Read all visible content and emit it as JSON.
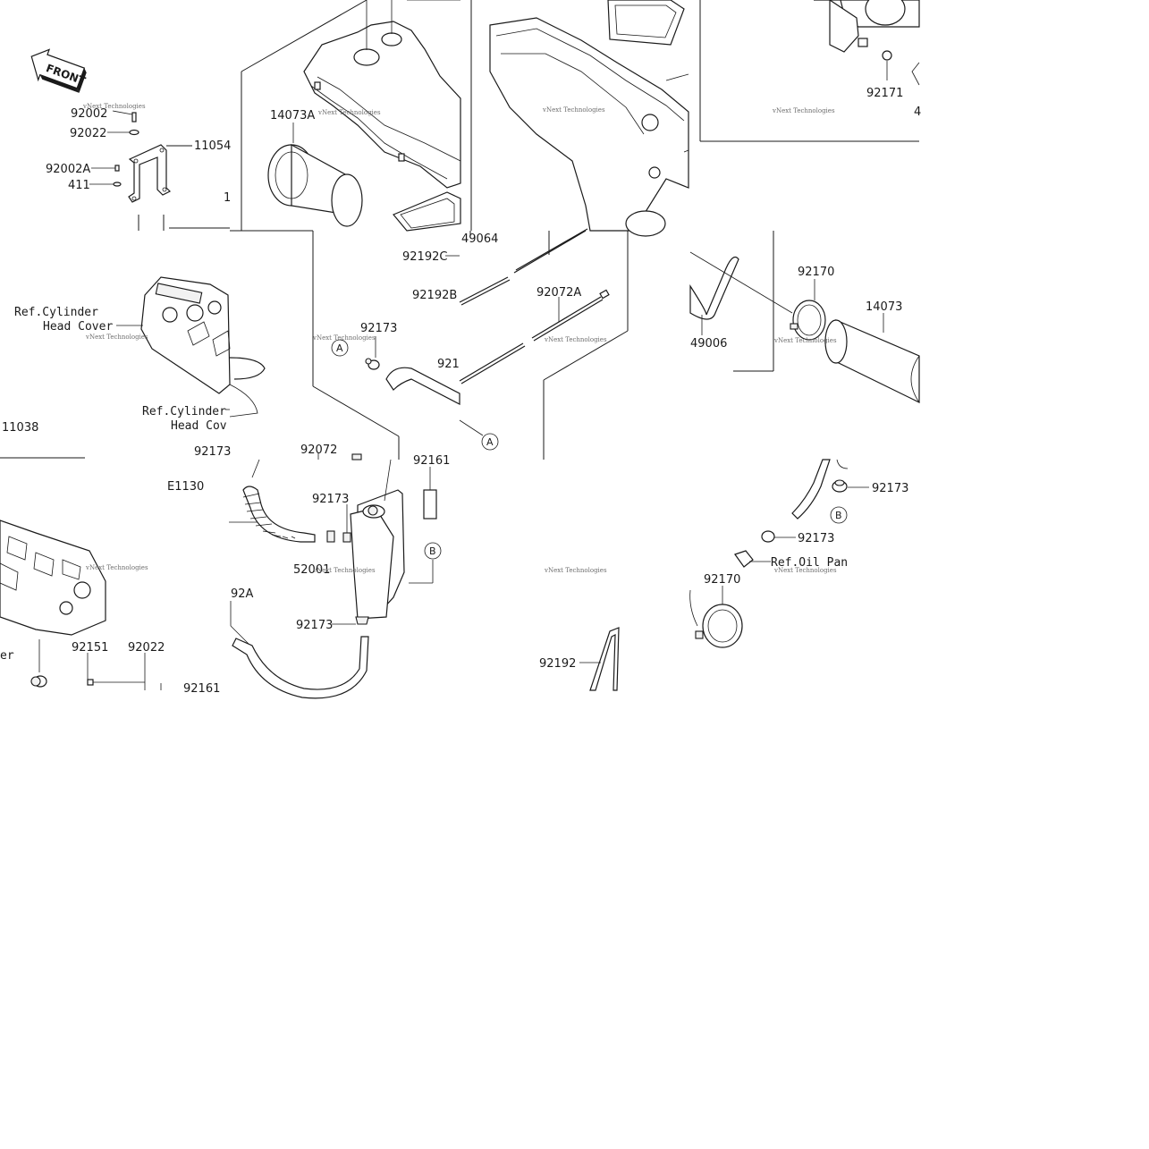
{
  "diagram": {
    "direction_marker": "FRONT",
    "watermark": "vNext Technologies",
    "part_labels": {
      "p92002": "92002",
      "p92022a": "92022",
      "p92002a": "92002A",
      "p411": "411",
      "p11054": "11054",
      "p1a": "1",
      "p14073a": "14073A",
      "p49064": "49064",
      "p92192c": "92192C",
      "p92192b": "92192B",
      "p92072a": "92072A",
      "p92173a": "92173",
      "p921": "921",
      "p92171": "92171",
      "p92170a": "92170",
      "p14073": "14073",
      "p49006": "49006",
      "p11038": "11038",
      "p92173b": "92173",
      "p92072": "92072",
      "p92161a": "92161",
      "pE1130": "E1130",
      "p92173c": "92173",
      "p52001": "52001",
      "p92a": "92A",
      "p92173d": "92173",
      "p92151": "92151",
      "p92022b": "92022",
      "p92161b": "92161",
      "p92192": "92192",
      "p92173e": "92173",
      "p92173f": "92173",
      "p92170b": "92170",
      "p4": "4"
    },
    "references": {
      "cyl_head_cover_1_line1": "Ref.Cylinder",
      "cyl_head_cover_1_line2": "Head Cover",
      "cyl_head_cover_2_line1": "Ref.Cylinder",
      "cyl_head_cover_2_line2": "Head Cov",
      "oil_pan": "Ref.Oil Pan",
      "er": "er"
    },
    "callouts": {
      "A1": "A",
      "A2": "A",
      "B1": "B",
      "B2": "B"
    }
  }
}
